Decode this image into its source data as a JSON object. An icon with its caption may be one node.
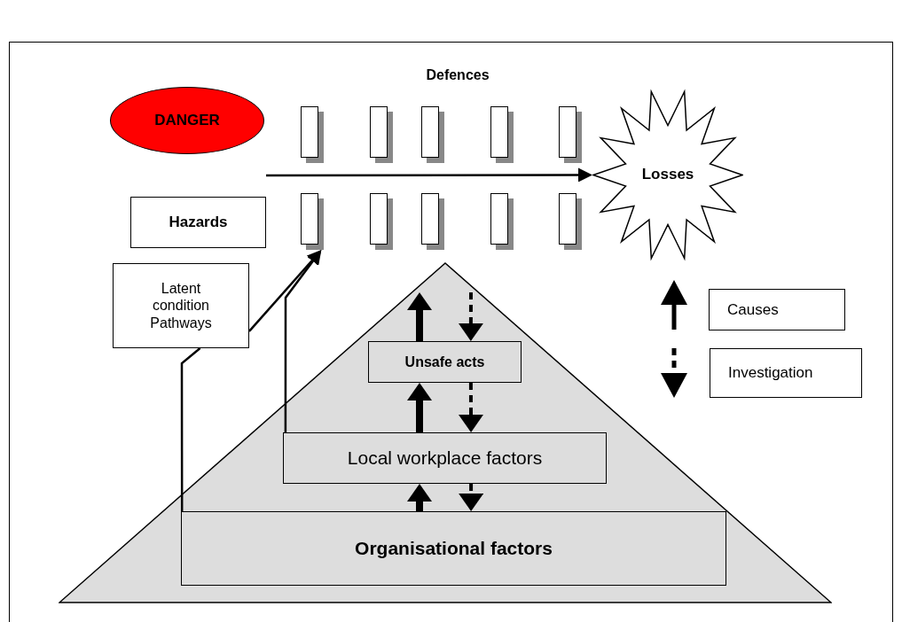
{
  "diagram": {
    "nodes": [
      {
        "text": [
          "DANGER"
        ]
      },
      {
        "text": [
          "Hazards"
        ]
      },
      {
        "text": [
          "Losses"
        ]
      },
      {
        "text": [
          "Latent condition Pathways"
        ]
      },
      {
        "text": [
          "Unsafe acts"
        ]
      },
      {
        "text": [
          "Local workplace factors"
        ]
      },
      {
        "text": [
          "Organisational factors"
        ]
      },
      {
        "text": [],
        "shape": "bar"
      },
      {
        "text": [],
        "shape": "bar"
      },
      {
        "text": [],
        "shape": "bar"
      },
      {
        "text": [],
        "shape": "bar"
      },
      {
        "text": [],
        "shape": "bar"
      },
      {
        "text": [],
        "shape": "bar"
      },
      {
        "text": [],
        "shape": "bar"
      },
      {
        "text": [],
        "shape": "bar"
      },
      {
        "text": [],
        "shape": "bar"
      },
      {
        "text": [],
        "shape": "bar"
      }
    ],
    "edges": [
      {
        "from": null,
        "to": 2,
        "arrow": "to"
      },
      {
        "from": 6,
        "to": 3,
        "arrow": "none"
      },
      {
        "from": 3,
        "to": 12,
        "arrow": "to"
      },
      {
        "from": 5,
        "to": 12,
        "arrow": "to"
      },
      {
        "from": 6,
        "to": 5,
        "arrow": "to",
        "style": "thick"
      },
      {
        "from": 5,
        "to": 4,
        "arrow": "to",
        "style": "thick"
      },
      {
        "from": 4,
        "to": null,
        "arrow": "to",
        "style": "thick"
      },
      {
        "from": null,
        "to": 4,
        "arrow": "to",
        "style": "dashed"
      },
      {
        "from": 4,
        "to": 5,
        "arrow": "to",
        "style": "dashed"
      },
      {
        "from": 5,
        "to": 6,
        "arrow": "to",
        "style": "dashed"
      }
    ],
    "labels": [
      "Defences"
    ],
    "legend": [
      {
        "text": "Causes"
      },
      {
        "text": "Investigation"
      }
    ]
  }
}
